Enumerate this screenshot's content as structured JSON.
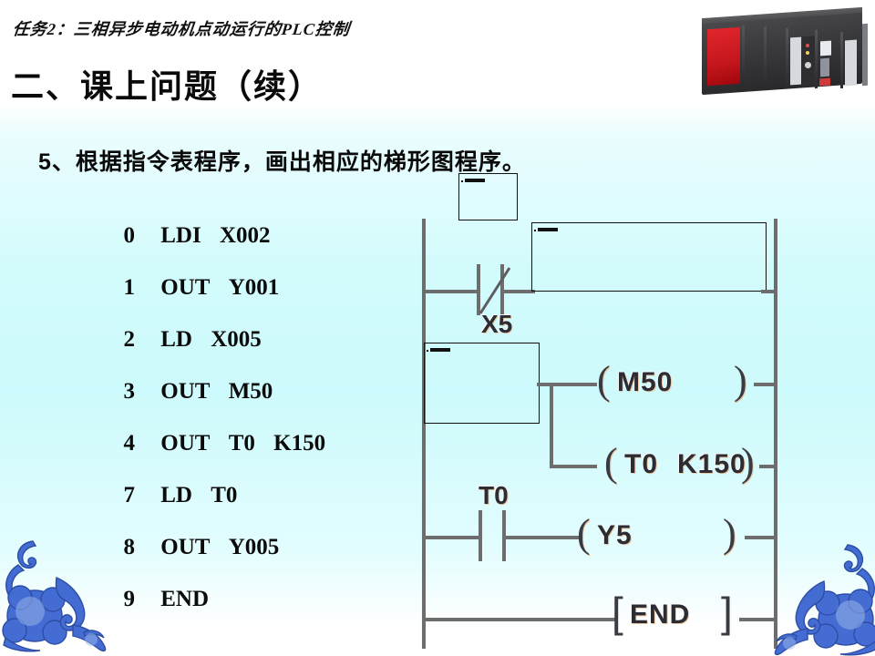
{
  "slide": {
    "header_title": "任务2：三相异步电动机点动运行的PLC控制",
    "section_title": "二、课上问题（续）",
    "question": "5、根据指令表程序，画出相应的梯形图程序。",
    "bg_accent": "#cdfafc",
    "ornament_color": "#2a58c8",
    "photo": "plc-module-photo"
  },
  "instruction_list": [
    {
      "step": "0",
      "op": "LDI",
      "arg1": "X002",
      "arg2": ""
    },
    {
      "step": "1",
      "op": "OUT",
      "arg1": "Y001",
      "arg2": ""
    },
    {
      "step": "2",
      "op": "LD",
      "arg1": "X005",
      "arg2": ""
    },
    {
      "step": "3",
      "op": "OUT",
      "arg1": "M50",
      "arg2": ""
    },
    {
      "step": "4",
      "op": "OUT",
      "arg1": "T0",
      "arg2": "K150"
    },
    {
      "step": "7",
      "op": "LD",
      "arg1": "T0",
      "arg2": ""
    },
    {
      "step": "8",
      "op": "OUT",
      "arg1": "Y005",
      "arg2": ""
    },
    {
      "step": "9",
      "op": "END",
      "arg1": "",
      "arg2": ""
    }
  ],
  "ladder": {
    "rung1": {
      "contact_type": "normally-closed",
      "contact_label": "",
      "coil_label": "",
      "masked": "true"
    },
    "rung2": {
      "contact_label": "X5",
      "contact_masked": "true",
      "coil1": "M50",
      "coil2": "T0",
      "coil2_preset": "K150"
    },
    "rung3": {
      "contact_label": "T0",
      "coil": "Y5"
    },
    "rung4": {
      "block": "END"
    },
    "parens": {
      "open": "(",
      "close": ")"
    },
    "brackets": {
      "open": "[",
      "close": "]"
    }
  }
}
